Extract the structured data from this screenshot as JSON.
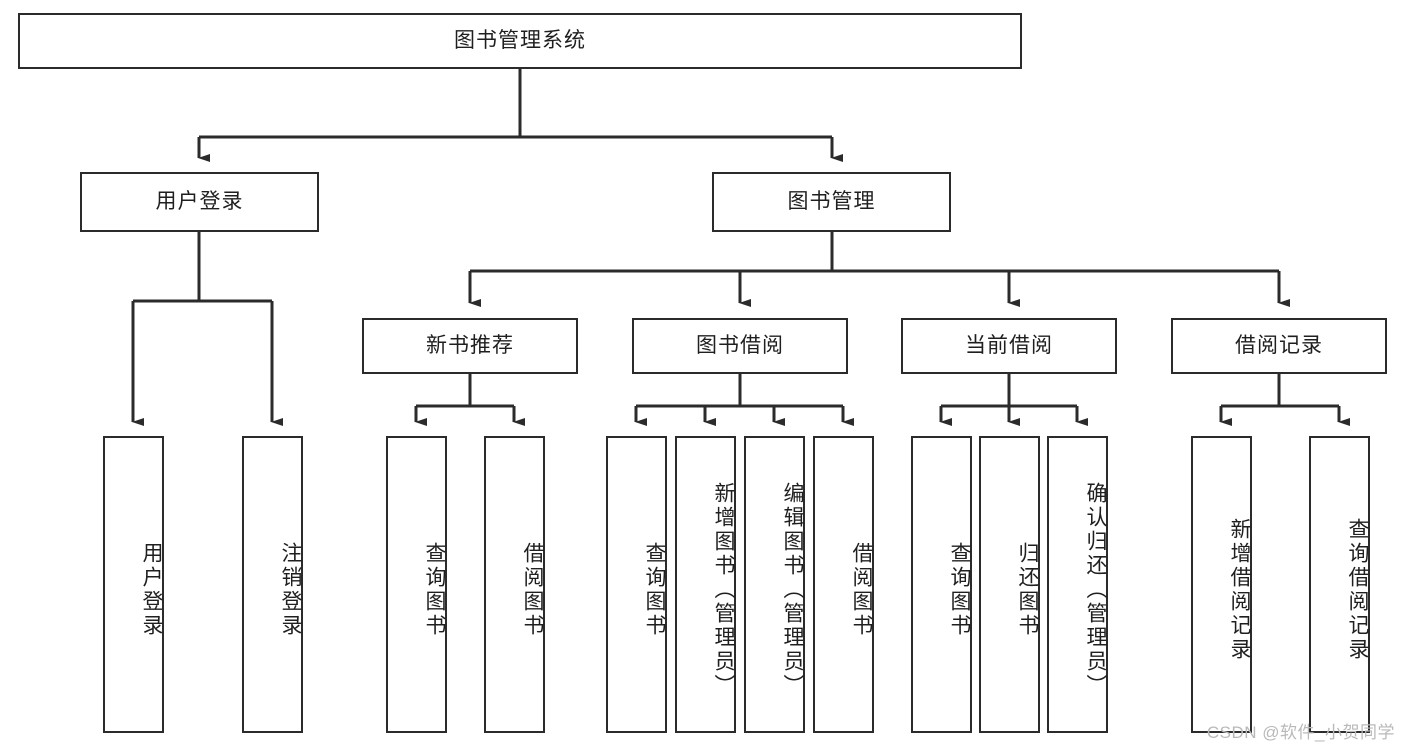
{
  "diagram": {
    "type": "tree-hierarchy-chart",
    "title": "图书管理系统",
    "watermark": "CSDN @软件_小贺同学",
    "colors": {
      "box_stroke": "#2b2b2b",
      "box_fill": "#ffffff",
      "connector": "#2b2b2b",
      "text": "#1f1f1f",
      "watermark": "#b9b9b9"
    },
    "root": {
      "label": "图书管理系统"
    },
    "level2": [
      {
        "label": "用户登录"
      },
      {
        "label": "图书管理"
      }
    ],
    "level3": [
      {
        "label": "新书推荐"
      },
      {
        "label": "图书借阅"
      },
      {
        "label": "当前借阅"
      },
      {
        "label": "借阅记录"
      }
    ],
    "leaves": {
      "user_login": [
        {
          "label": "用户登录"
        },
        {
          "label": "注销登录"
        }
      ],
      "new_book_rec": [
        {
          "label": "查询图书"
        },
        {
          "label": "借阅图书"
        }
      ],
      "book_borrow": [
        {
          "label": "查询图书"
        },
        {
          "label": "新增图书（管理员）"
        },
        {
          "label": "编辑图书（管理员）"
        },
        {
          "label": "借阅图书"
        }
      ],
      "current_borrow": [
        {
          "label": "查询图书"
        },
        {
          "label": "归还图书"
        },
        {
          "label": "确认归还（管理员）"
        }
      ],
      "borrow_record": [
        {
          "label": "新增借阅记录"
        },
        {
          "label": "查询借阅记录"
        }
      ]
    }
  }
}
